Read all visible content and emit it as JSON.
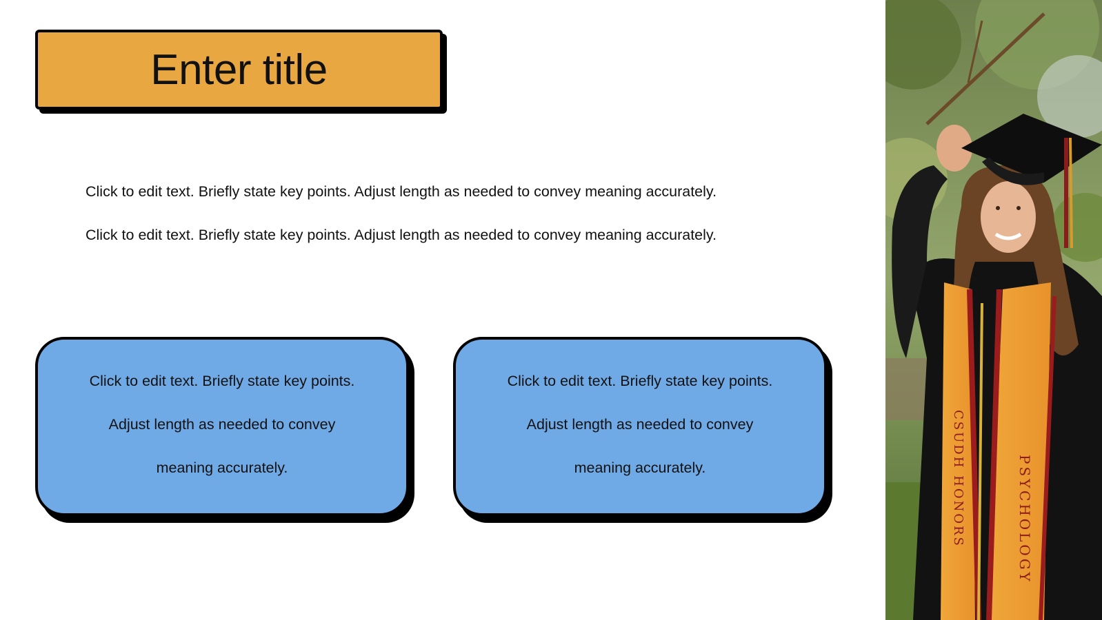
{
  "slide": {
    "title": "Enter title",
    "body_paragraphs": [
      "Click to edit text. Briefly state key points. Adjust length as needed to convey meaning accurately.",
      "Click to edit text. Briefly state key points. Adjust length as needed to convey meaning accurately."
    ],
    "cards": [
      {
        "text": "Click to edit text. Briefly state key points. Adjust length as needed to convey meaning accurately."
      },
      {
        "text": "Click to edit text. Briefly state key points. Adjust length as needed to convey meaning accurately."
      }
    ]
  },
  "photo": {
    "subject": "graduate-in-cap-and-gown",
    "stole_text_left": "CSUDH HONORS",
    "stole_text_right": "PSYCHOLOGY"
  },
  "colors": {
    "title_fill": "#E8A741",
    "card_fill": "#6FAAE6",
    "outline": "#000000",
    "background": "#FFFFFF"
  }
}
